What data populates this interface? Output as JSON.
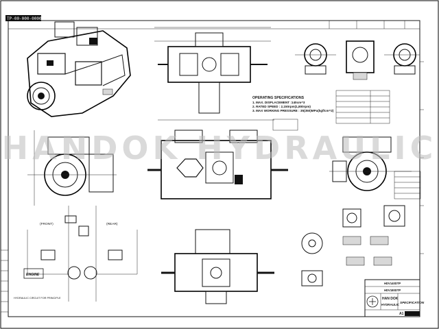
{
  "title_block": {
    "company_line1": "HAN DOK",
    "company_line2": "HYDRAULIC",
    "doc_title": "SPECIFICATION",
    "model_1": "HDV140DTP",
    "model_2": "HDV180DTP",
    "sheet_size": "A1"
  },
  "corner_tag": "TP-00-000-0000",
  "specs": {
    "heading": "OPERATING SPECIFICATIONS",
    "line1": "1. MAX. DISPLACEMENT :140cm^3",
    "line2": "2. RATED SPEED : 2,150rpm(1,800rpm)",
    "line3": "3. MAX WORKING PRESSURE : 35(350)MPa(kgf/cm^2)"
  },
  "circuit": {
    "front_label": "(FRONT)",
    "rear_label": "(REAR)",
    "engine_label": "ENGINE",
    "caption": "HYDRAULIC CIRCUIT FOR PRINCIPLE"
  },
  "watermark": "HANDOK HYDRAULIC",
  "colors": {
    "ink": "#111111",
    "paper": "#ffffff",
    "watermark": "#bdbdbd"
  }
}
